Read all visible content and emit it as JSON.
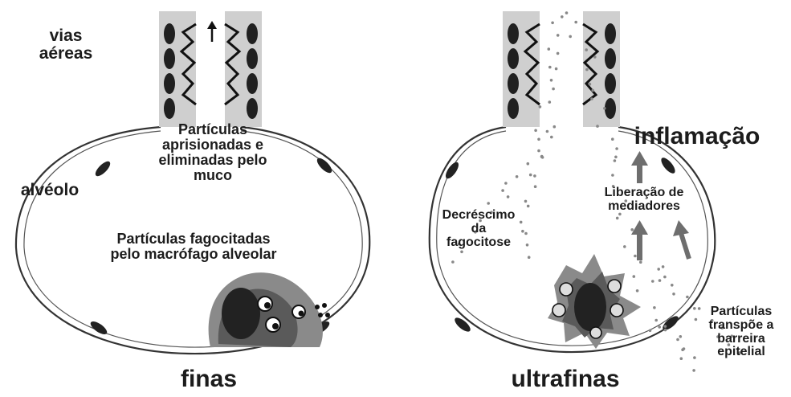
{
  "left_panel": {
    "airways_label": "vias\naéreas",
    "alveolus_label": "alvéolo",
    "trapped_label": "Partículas\naprisionadas e\neliminadas pelo\nmuco",
    "phagocytosed_label": "Partículas  fagocitadas\npelo macrófago alveolar",
    "caption": "finas"
  },
  "right_panel": {
    "inflammation_label": "inflamação",
    "mediators_label": "Liberação de\nmediadores",
    "phagocytosis_decrease_label": "Decréscimo\nda\nfagocitose",
    "barrier_label": "Partículas\ntranspõe a\nbarreira\nepitelial",
    "caption": "ultrafinas"
  },
  "colors": {
    "ink": "#1c1c1c",
    "airway_bg": "#cfcfcf",
    "cell_dark": "#202020",
    "macrophage_outer": "#8a8a8a",
    "macrophage_mid": "#5a5a5a",
    "macrophage_core": "#222222",
    "arrow": "#6e6e6e",
    "particle": "#888888"
  }
}
